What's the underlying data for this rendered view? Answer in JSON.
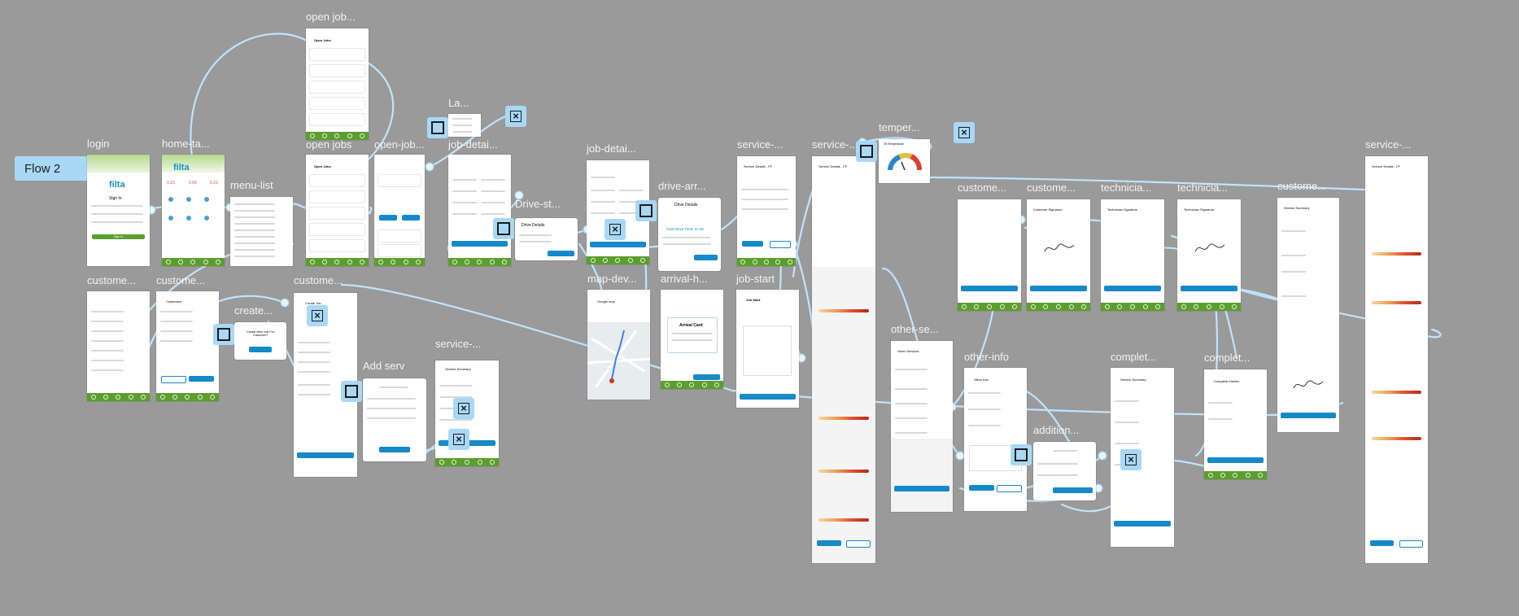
{
  "flow": {
    "label": "Flow 2"
  },
  "frames": [
    {
      "id": "login",
      "label": "login"
    },
    {
      "id": "home",
      "label": "home-ta..."
    },
    {
      "id": "menu",
      "label": "menu-list"
    },
    {
      "id": "openjobs-top",
      "label": "open job..."
    },
    {
      "id": "openjobs",
      "label": "open jobs"
    },
    {
      "id": "openjob2",
      "label": "open-job..."
    },
    {
      "id": "la",
      "label": "La..."
    },
    {
      "id": "jobdetai1",
      "label": "job-detai..."
    },
    {
      "id": "drivest",
      "label": "Drive-st..."
    },
    {
      "id": "jobdetai2",
      "label": "job-detai..."
    },
    {
      "id": "drivearr",
      "label": "drive-arr..."
    },
    {
      "id": "mapdev",
      "label": "map-dev..."
    },
    {
      "id": "arrival",
      "label": "arrival-h..."
    },
    {
      "id": "jobstart",
      "label": "job-start"
    },
    {
      "id": "service1",
      "label": "service-..."
    },
    {
      "id": "service2",
      "label": "service-..."
    },
    {
      "id": "temper",
      "label": "temper..."
    },
    {
      "id": "custome1",
      "label": "custome..."
    },
    {
      "id": "custome2",
      "label": "custome..."
    },
    {
      "id": "technici1",
      "label": "technicia..."
    },
    {
      "id": "technici2",
      "label": "technicia..."
    },
    {
      "id": "custome3",
      "label": "custome..."
    },
    {
      "id": "service3",
      "label": "service-..."
    },
    {
      "id": "othersel",
      "label": "other-se..."
    },
    {
      "id": "otherinfo",
      "label": "other-info"
    },
    {
      "id": "addition",
      "label": "addition..."
    },
    {
      "id": "complet1",
      "label": "complet..."
    },
    {
      "id": "complet2",
      "label": "complet..."
    },
    {
      "id": "custome4",
      "label": "custome..."
    },
    {
      "id": "custome5",
      "label": "custome..."
    },
    {
      "id": "create",
      "label": "create..."
    },
    {
      "id": "custome6",
      "label": "custome..."
    },
    {
      "id": "addserv",
      "label": "Add serv"
    },
    {
      "id": "service4",
      "label": "service-..."
    }
  ],
  "screens": {
    "login": {
      "brand": "filta",
      "title": "Sign In",
      "button": "Sign In"
    },
    "home": {
      "brand": "filta",
      "stats": [
        "0.23",
        "0.66",
        "0.23"
      ]
    },
    "openjobs": {
      "title": "Open Jobs"
    },
    "drive": {
      "title": "Drive Details",
      "timer": "Total Drive Time: 02:30"
    },
    "arrival": {
      "title": "Arrival Card"
    },
    "jobstart": {
      "title": "Job Start"
    },
    "services": {
      "title": "Service Details - FF"
    },
    "customer_sig": {
      "title": "Customer Signature"
    },
    "tech_sig": {
      "title": "Technician Signature"
    },
    "summary": {
      "title": "Service Summary"
    },
    "other": {
      "title": "Other Services"
    },
    "otherinfo": {
      "title": "Other Info"
    },
    "complete": {
      "title": "Complete Kitchen"
    },
    "customers": {
      "title": "Customers"
    },
    "create": {
      "title": "Create Job",
      "dialog": "Create New Job For Customer?"
    },
    "temperature": {
      "title": "Oil Temperature"
    },
    "map": {
      "title": "Google map"
    }
  },
  "colors": {
    "canvas": "#9a9a9a",
    "accent": "#a9d8f6",
    "brand_green": "#5c9e2e",
    "brand_blue": "#1689c8",
    "wire": "#bfe4ff"
  }
}
